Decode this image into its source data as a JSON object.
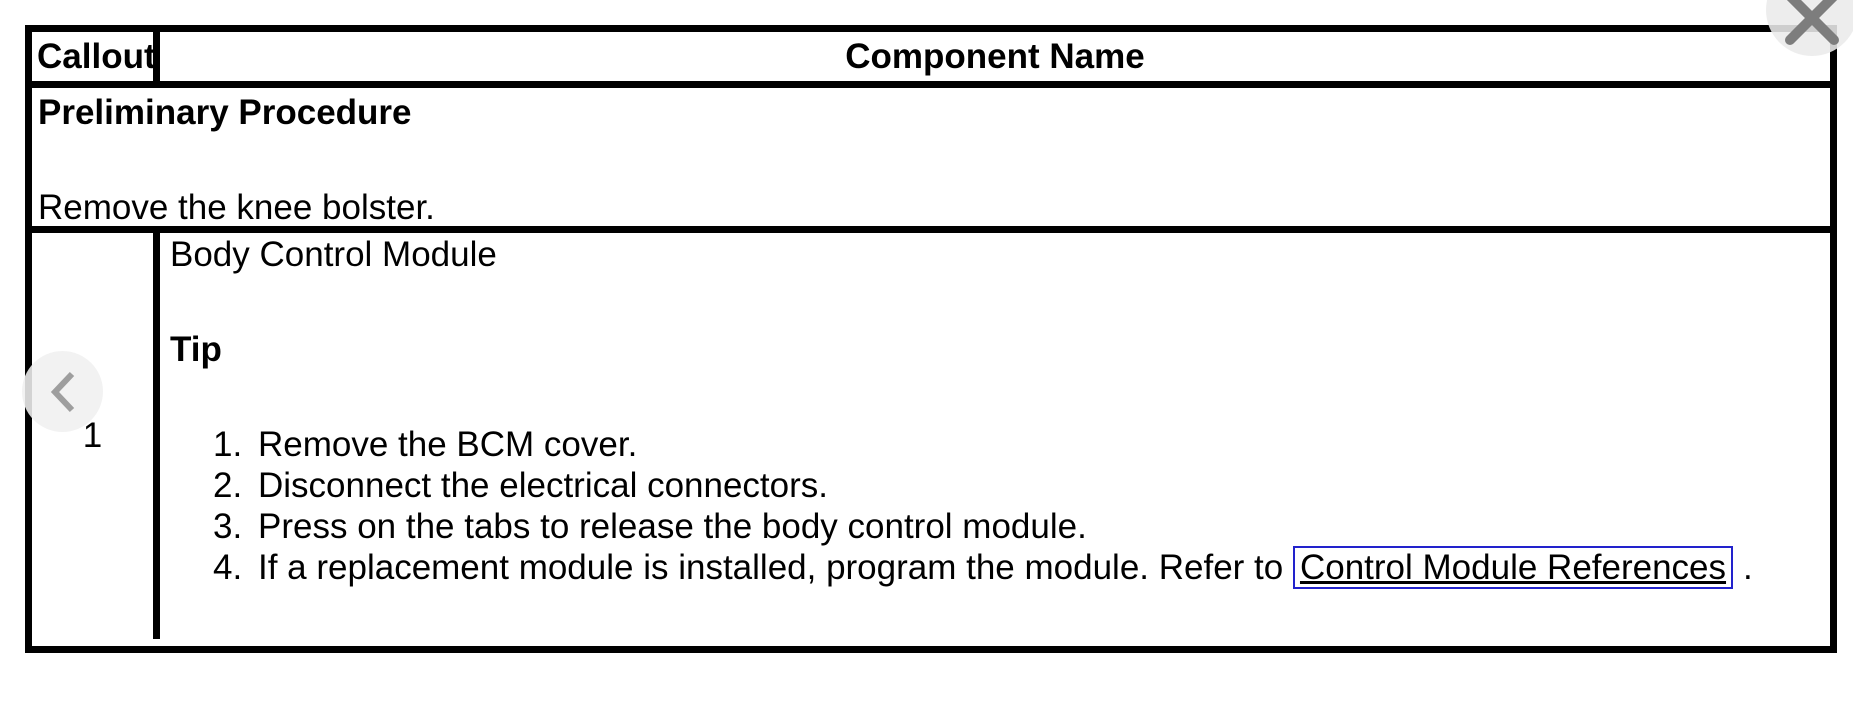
{
  "colors": {
    "table_border": "#000000",
    "link_focus_border": "#2222cc",
    "close_icon_gray": "#7d7d7d",
    "chevron_gray": "#9e9e9e",
    "button_circle_bg": "#efefef"
  },
  "table": {
    "header": {
      "callout_label": "Callout",
      "component_label": "Component Name"
    },
    "preliminary": {
      "heading": "Preliminary Procedure",
      "instruction": "Remove the knee bolster."
    },
    "rows": [
      {
        "callout": "1",
        "component": "Body Control Module",
        "tip_label": "Tip",
        "steps": [
          {
            "num": "1.",
            "text": "Remove the BCM cover."
          },
          {
            "num": "2.",
            "text": "Disconnect the electrical connectors."
          },
          {
            "num": "3.",
            "text": "Press on the tabs to release the body control module."
          },
          {
            "num": "4.",
            "text": "If a replacement module is installed, program the module. Refer to ",
            "link": "Control Module References",
            "suffix": "."
          }
        ]
      }
    ]
  }
}
